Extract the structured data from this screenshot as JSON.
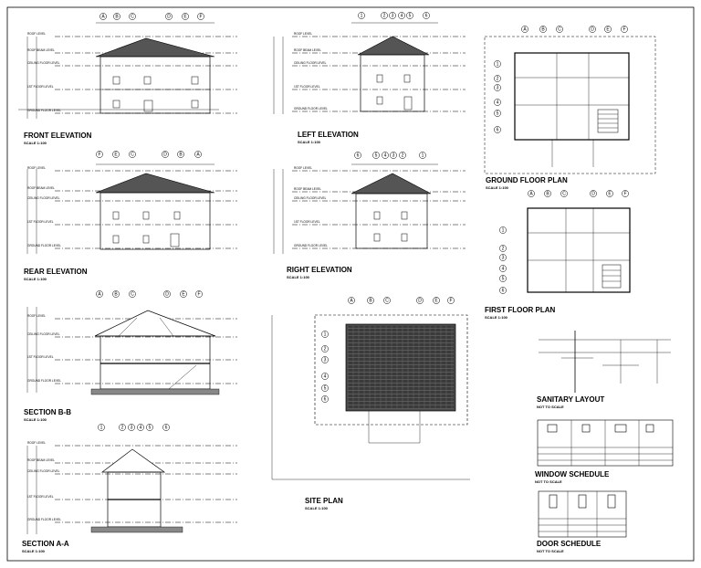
{
  "titles": {
    "front_elevation": {
      "title": "FRONT ELEVATION",
      "scale": "SCALE 1:100"
    },
    "left_elevation": {
      "title": "LEFT ELEVATION",
      "scale": "SCALE 1:100"
    },
    "rear_elevation": {
      "title": "REAR ELEVATION",
      "scale": "SCALE 1:100"
    },
    "right_elevation": {
      "title": "RIGHT ELEVATION",
      "scale": "SCALE 1:100"
    },
    "section_bb": {
      "title": "SECTION B-B",
      "scale": "SCALE 1:100"
    },
    "section_aa": {
      "title": "SECTION A-A",
      "scale": "SCALE 1:100"
    },
    "site_plan": {
      "title": "SITE PLAN",
      "scale": "SCALE 1:100"
    },
    "ground_floor_plan": {
      "title": "GROUND FLOOR PLAN",
      "scale": "SCALE 1:100"
    },
    "first_floor_plan": {
      "title": "FIRST FLOOR PLAN",
      "scale": "SCALE 1:100"
    },
    "sanitary_layout": {
      "title": "SANITARY LAYOUT",
      "scale": "NOT TO SCALE"
    },
    "window_schedule": {
      "title": "WINDOW SCHEDULE",
      "scale": "NOT TO SCALE"
    },
    "door_schedule": {
      "title": "DOOR SCHEDULE",
      "scale": "NOT TO SCALE"
    }
  },
  "levels": {
    "roof": "ROOF LEVEL",
    "roof_beam": "ROOF BEAM LEVEL",
    "ceiling_floor": "CEILING FLOOR LEVEL",
    "first_floor": "1ST FLOOR LEVEL",
    "ground_floor": "GROUND FLOOR LEVEL"
  },
  "grid_labels": {
    "front": [
      "A",
      "B",
      "C",
      "D",
      "E",
      "F"
    ],
    "rear": [
      "F",
      "E",
      "C",
      "D",
      "B",
      "A"
    ],
    "left": [
      "1",
      "2",
      "3",
      "4",
      "5",
      "6"
    ],
    "right": [
      "6",
      "5",
      "4",
      "3",
      "2",
      "1"
    ],
    "section_bb": [
      "A",
      "B",
      "C",
      "D",
      "E",
      "F"
    ],
    "section_aa": [
      "1",
      "2",
      "3",
      "4",
      "5",
      "6"
    ],
    "site_plan_cols": [
      "A",
      "B",
      "C",
      "D",
      "E",
      "F"
    ],
    "site_plan_rows": [
      "1",
      "2",
      "3",
      "4",
      "5",
      "6"
    ],
    "ground_cols": [
      "A",
      "B",
      "C",
      "D",
      "E",
      "F"
    ],
    "ground_rows": [
      "1",
      "2",
      "3",
      "4",
      "5",
      "6"
    ],
    "first_cols": [
      "A",
      "B",
      "C",
      "D",
      "E",
      "F"
    ],
    "first_rows": [
      "1",
      "2",
      "3",
      "4",
      "5",
      "6"
    ]
  }
}
